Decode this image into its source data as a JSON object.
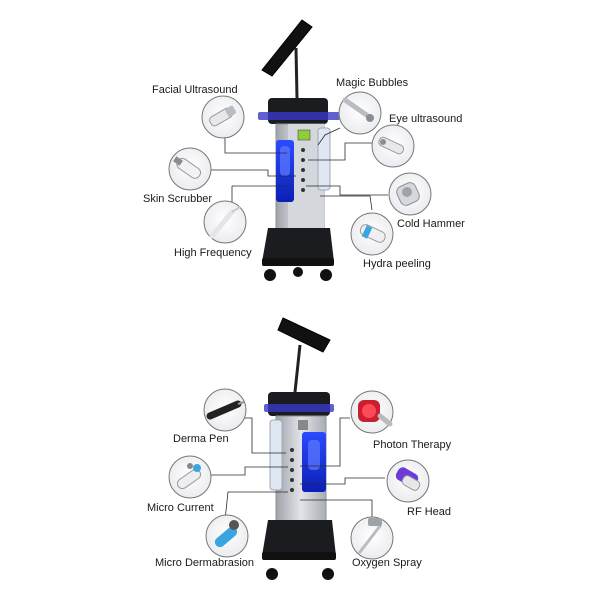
{
  "top_panel": {
    "labels": {
      "facial_ultrasound": "Facial Ultrasound",
      "magic_bubbles": "Magic Bubbles",
      "eye_ultrasound": "Eye ultrasound",
      "skin_scrubber": "Skin Scrubber",
      "cold_hammer": "Cold Hammer",
      "high_frequency": "High Frequency",
      "hydra_peeling": "Hydra peeling"
    }
  },
  "bottom_panel": {
    "labels": {
      "derma_pen": "Derma Pen",
      "photon_therapy": "Photon Therapy",
      "micro_current": "Micro Current",
      "rf_head": "RF Head",
      "micro_dermabrasion": "Micro Dermabrasion",
      "oxygen_spray": "Oxygen Spray"
    }
  },
  "colors": {
    "machine_body": "#c9ccd1",
    "machine_dark": "#1b1c1f",
    "accent_blue": "#1e3cff",
    "connector_line": "#2b2b2b"
  }
}
